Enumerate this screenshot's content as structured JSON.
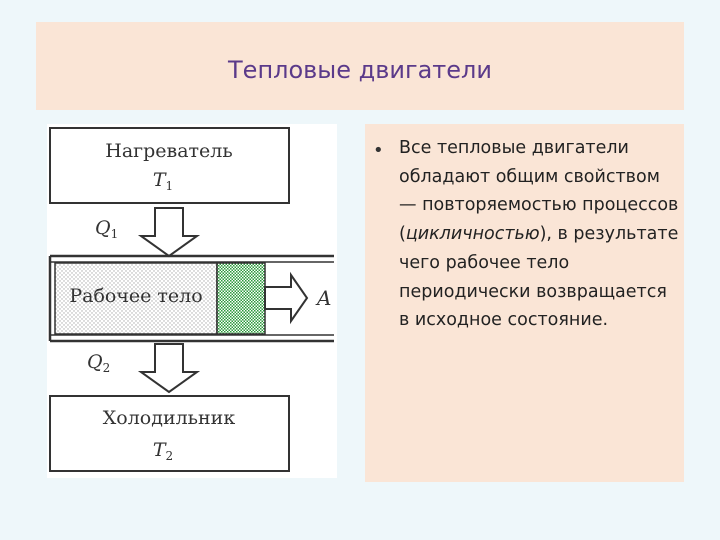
{
  "slide": {
    "title": "Тепловые двигатели",
    "bullet_pre": "Все тепловые двигатели обладают общим свойством — повторяемостью процессов (",
    "bullet_em": "цикличностью",
    "bullet_post": "), в результате чего рабочее тело периодически возвращается в исходное состояние."
  },
  "diagram": {
    "heater_label": "Нагреватель",
    "heater_temp": "T",
    "heater_temp_sub": "1",
    "q1": "Q",
    "q1_sub": "1",
    "body_label": "Рабочее тело",
    "work_label": "A",
    "q2": "Q",
    "q2_sub": "2",
    "cooler_label": "Холодильник",
    "cooler_temp": "T",
    "cooler_temp_sub": "2"
  },
  "colors": {
    "title": "#5b3a8a",
    "panel": "#fae5d6",
    "background": "#eef7fa",
    "piston": "#2a9a3a"
  }
}
